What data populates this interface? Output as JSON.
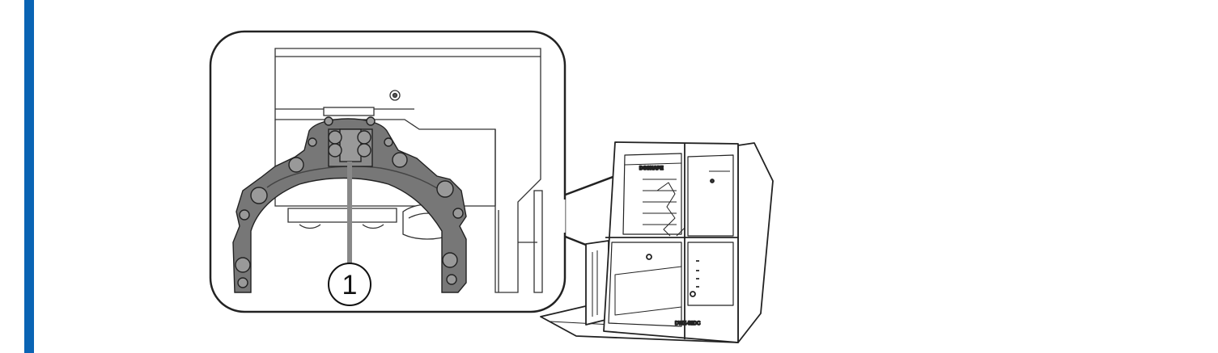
{
  "accent_color": "#0a64b4",
  "callout": {
    "number": "1"
  },
  "machine": {
    "brand_label": "DGSHAPE",
    "model_label": "DWX-52DC"
  },
  "icons": [
    "adapter-clamp-icon",
    "milling-machine-icon"
  ]
}
